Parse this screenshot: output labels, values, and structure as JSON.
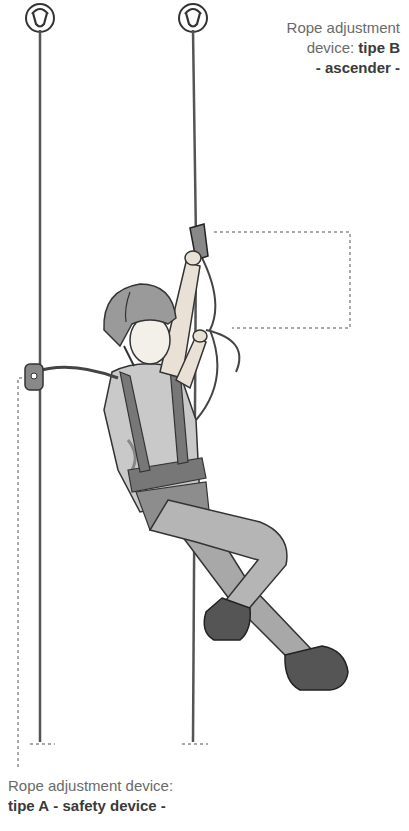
{
  "diagram": {
    "labels": [
      "Rope adjustment device:",
      "tipe B",
      "- ascender -",
      "Rope adjustment device:",
      "tipe A",
      "- safety device -"
    ]
  }
}
